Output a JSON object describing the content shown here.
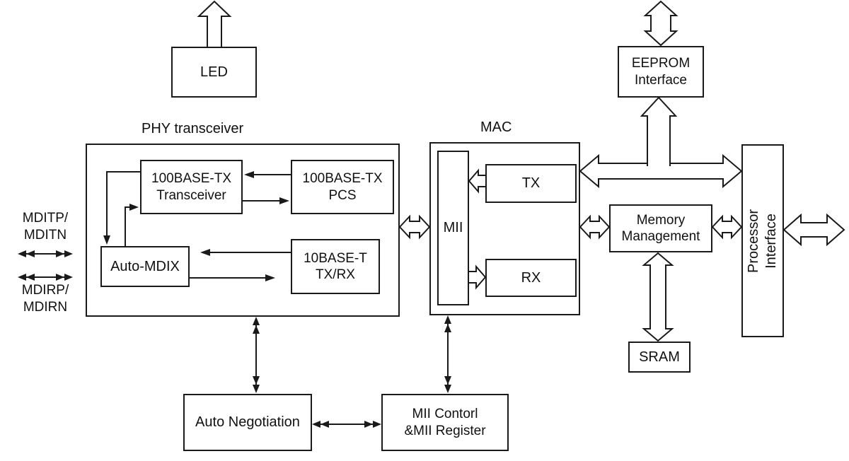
{
  "diagram": {
    "colors": {
      "line": "#1a1a1a",
      "background": "#ffffff"
    },
    "group_labels": {
      "phy": "PHY transceiver",
      "mac": "MAC"
    },
    "blocks": {
      "led": "LED",
      "eeprom": "EEPROM\nInterface",
      "tx100": "100BASE-TX\nTransceiver",
      "pcs100": "100BASE-TX\nPCS",
      "auto_mdix": "Auto-MDIX",
      "base10t": "10BASE-T\nTX/RX",
      "mii": "MII",
      "tx": "TX",
      "rx": "RX",
      "mem_mgmt": "Memory\nManagement",
      "proc_iface": "Processor\nInterface",
      "sram": "SRAM",
      "auto_neg": "Auto Negotiation",
      "mii_ctrl": "MII Contorl\n&MII Register"
    },
    "signals": {
      "mdit": "MDITP/\nMDITN",
      "mdir": "MDIRP/\nMDIRN"
    }
  }
}
